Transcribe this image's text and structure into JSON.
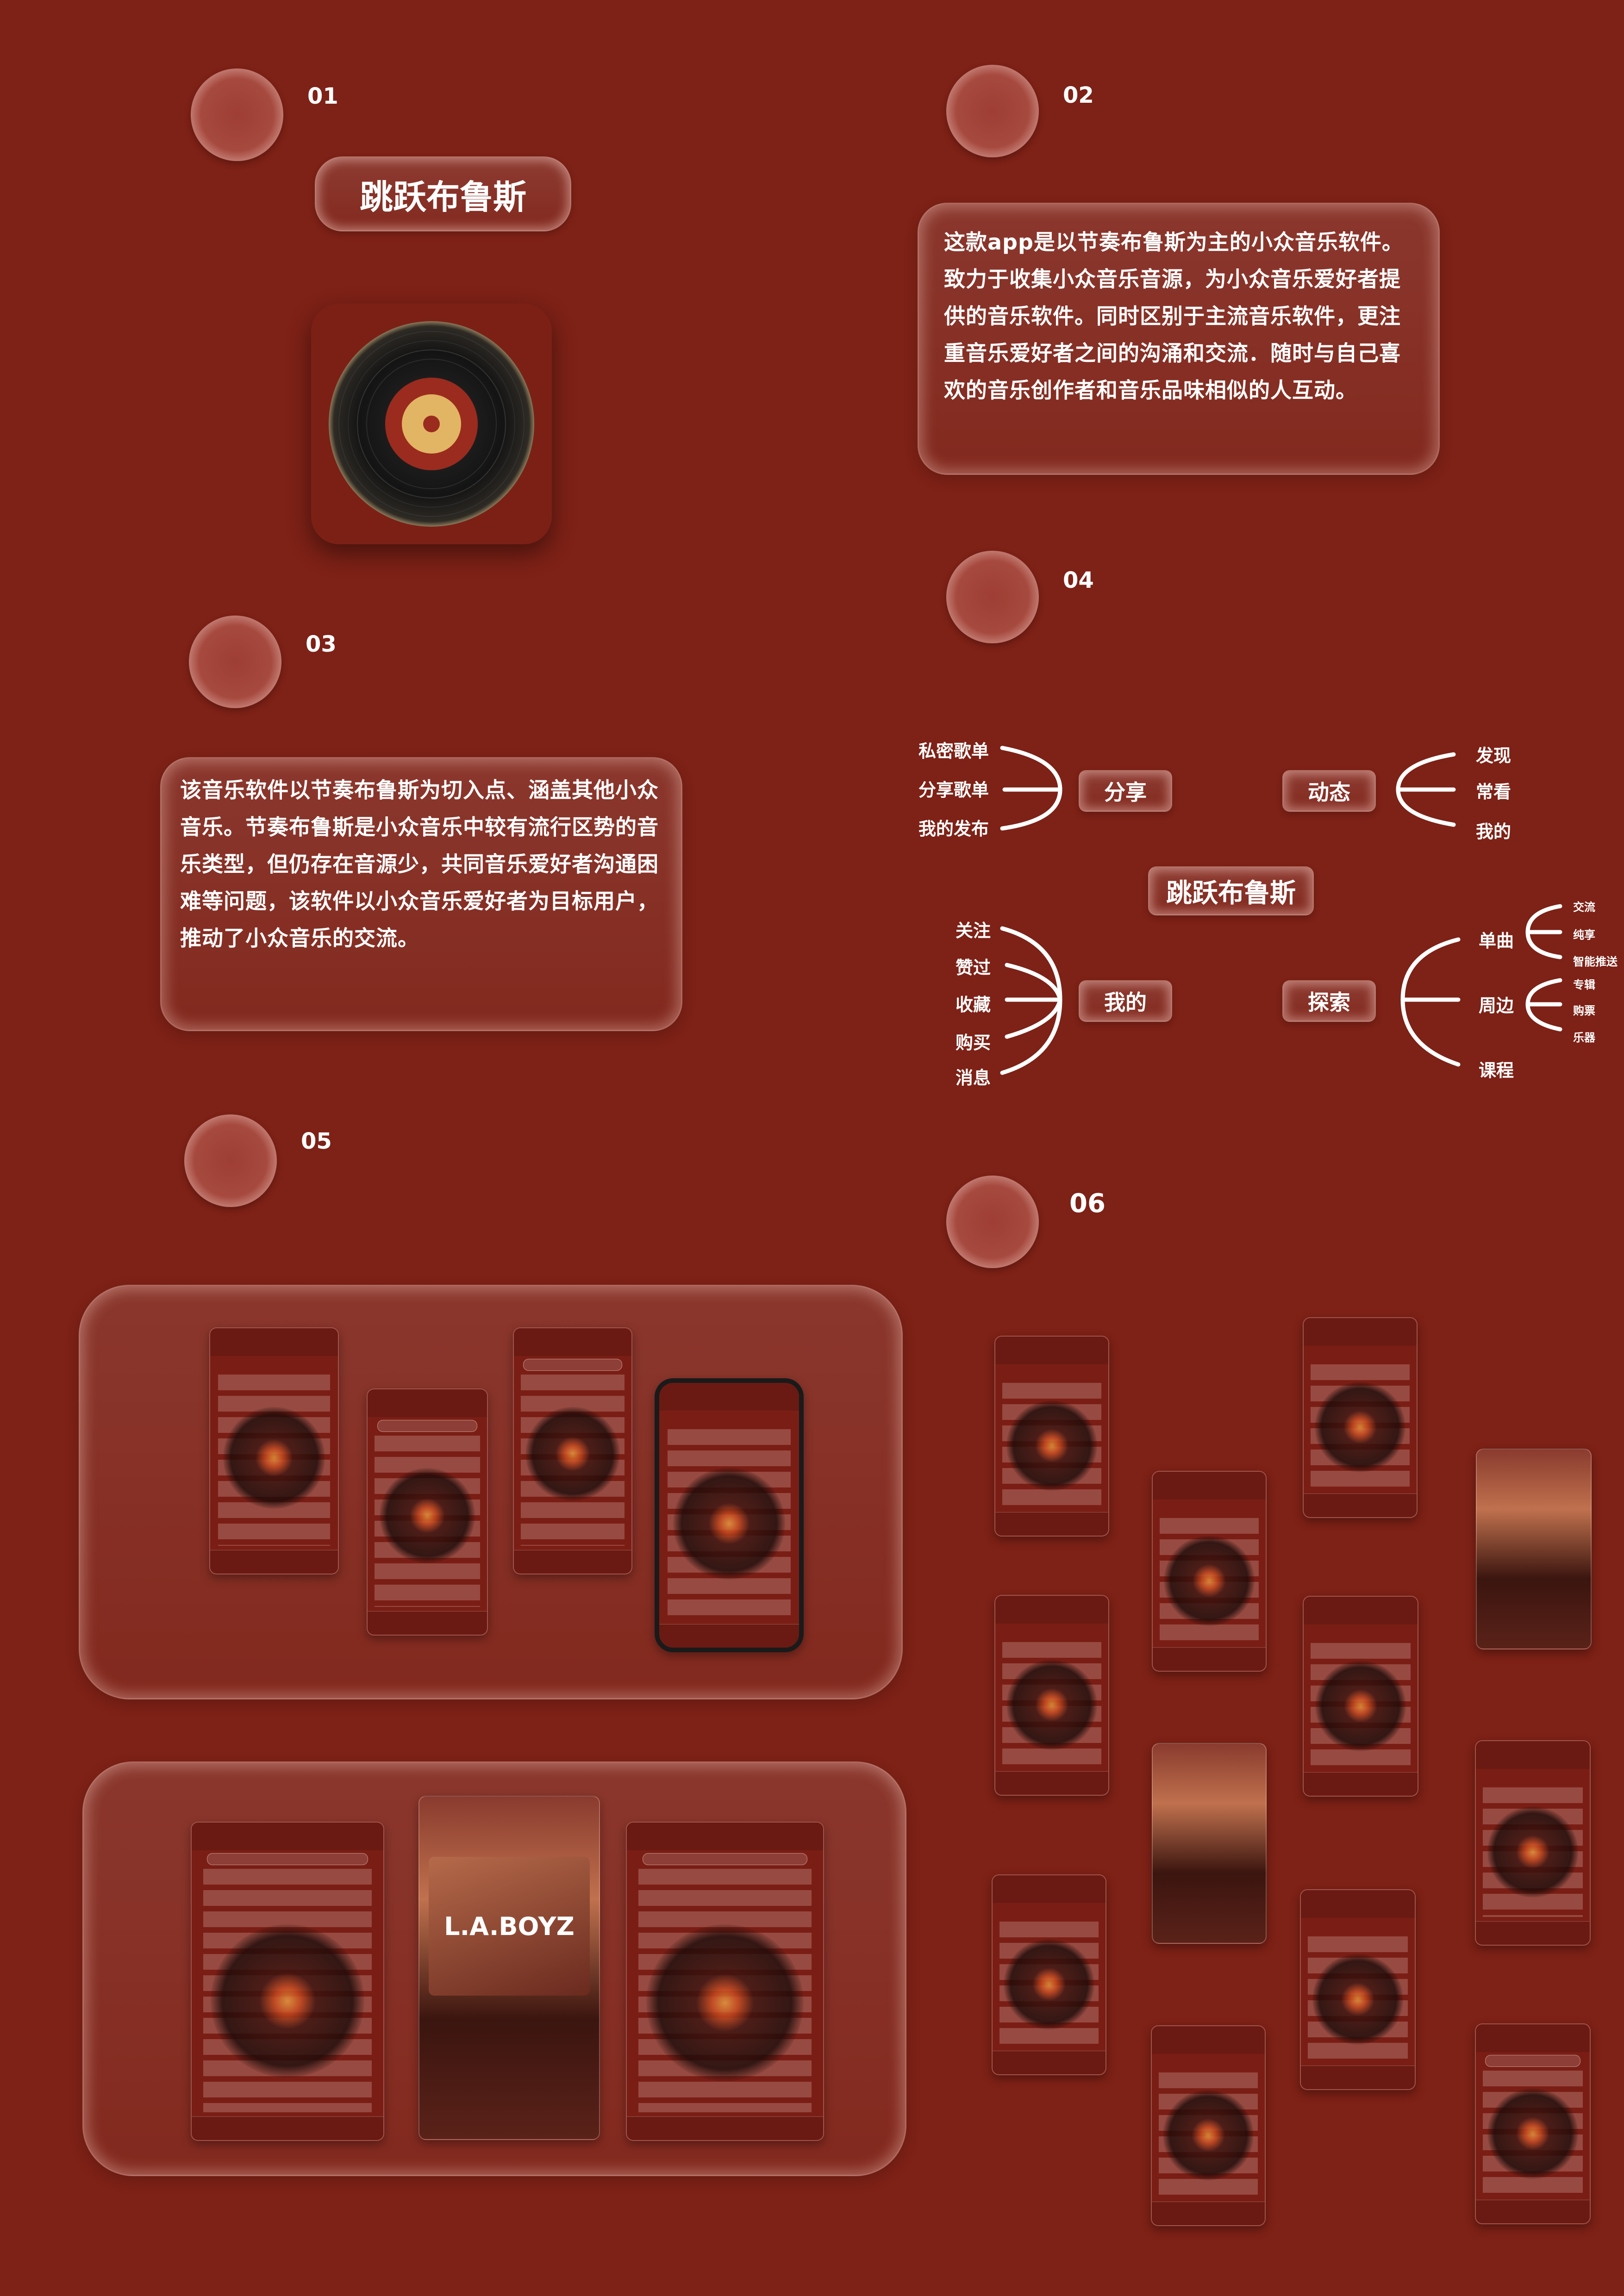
{
  "sections": [
    {
      "number": "01"
    },
    {
      "number": "02"
    },
    {
      "number": "03"
    },
    {
      "number": "04"
    },
    {
      "number": "05"
    },
    {
      "number": "06"
    }
  ],
  "app": {
    "name": "跳跃布鲁斯",
    "icon": "vinyl-record-icon",
    "colors": {
      "background": "#7e2116",
      "record_center": "#e2b564",
      "record_ring": "#9b2b1e"
    }
  },
  "intro": {
    "text": "这款app是以节奏布鲁斯为主的小众音乐软件。致力于收集小众音乐音源，为小众音乐爱好者提供的音乐软件。同时区别于主流音乐软件，更注重音乐爱好者之间的沟涌和交流．随时与自己喜欢的音乐创作者和音乐品味相似的人互动。"
  },
  "background_text": "该音乐软件以节奏布鲁斯为切入点、涵盖其他小众音乐。节奏布鲁斯是小众音乐中较有流行区势的音乐类型，但仍存在音源少，共同音乐爱好者沟通困难等问题，该软件以小众音乐爱好者为目标用户，推动了小众音乐的交流。",
  "mindmap": {
    "center": "跳跃布鲁斯",
    "share": {
      "label": "分享",
      "items": [
        "私密歌单",
        "分享歌单",
        "我的发布"
      ]
    },
    "dynamic": {
      "label": "动态",
      "items": [
        "发现",
        "常看",
        "我的"
      ]
    },
    "mine": {
      "label": "我的",
      "items": [
        "关注",
        "赞过",
        "收藏",
        "购买",
        "消息"
      ]
    },
    "explore": {
      "label": "探索",
      "items": [
        "单曲",
        "周边",
        "课程"
      ],
      "single_sub": [
        "交流",
        "纯享",
        "智能推送"
      ],
      "around_sub": [
        "专辑",
        "购票",
        "乐器"
      ]
    }
  },
  "screens": {
    "phone_icon": "phone-screen-mockup",
    "album_text": "L.A.BOYZ"
  }
}
